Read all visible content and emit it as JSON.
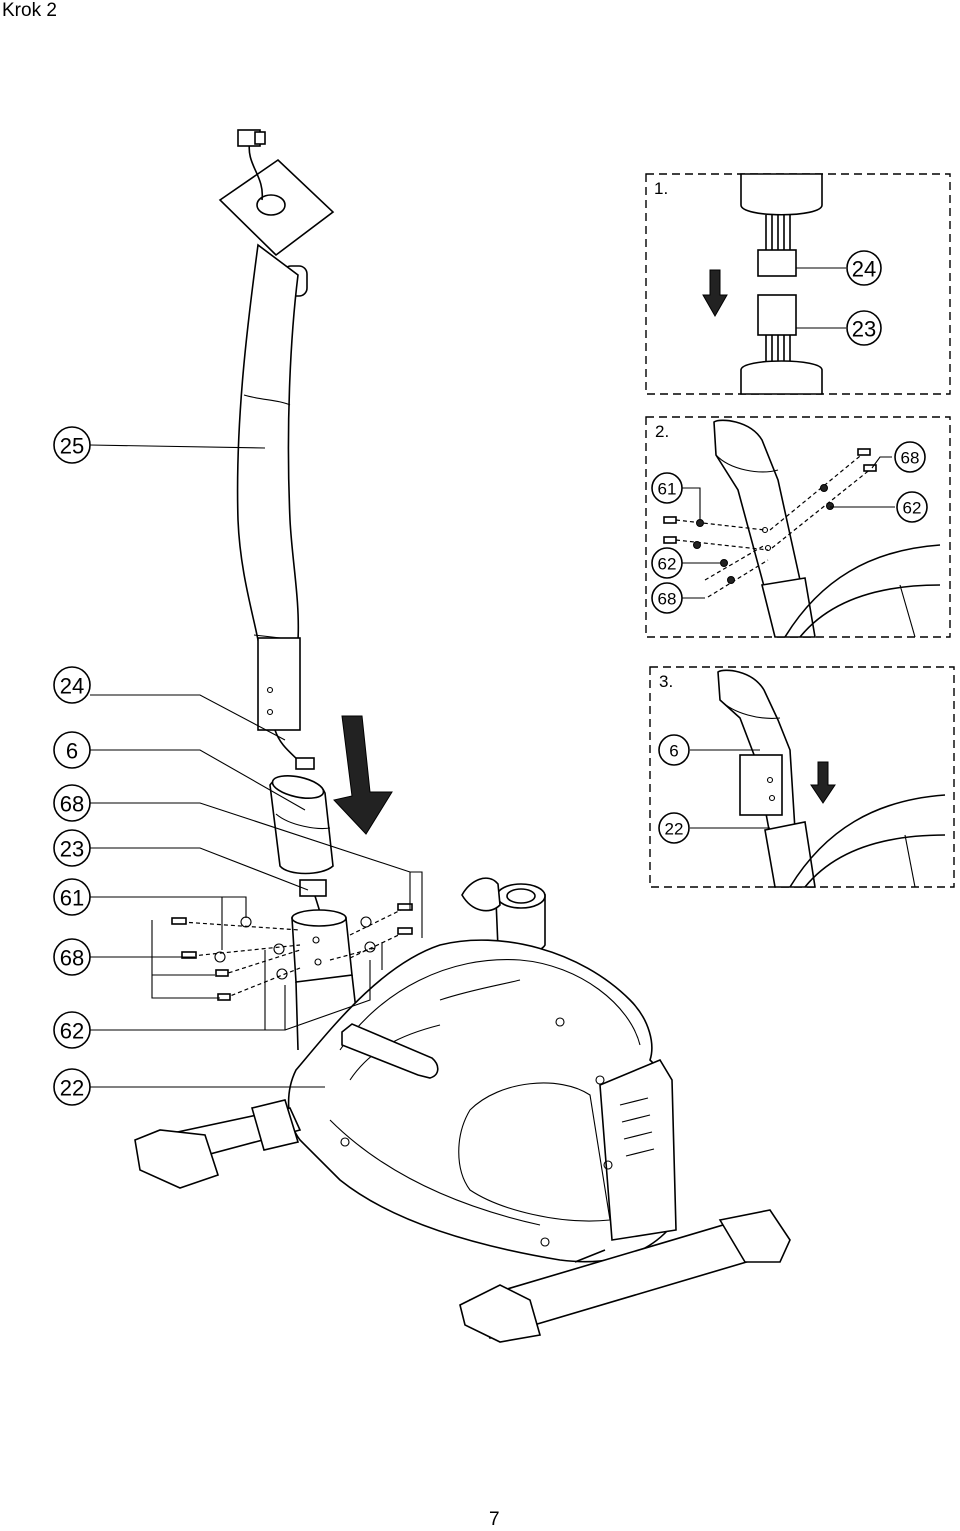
{
  "header": {
    "title": "Krok 2"
  },
  "footer": {
    "page_number": "7"
  },
  "main_diagram": {
    "callouts": [
      "25",
      "24",
      "6",
      "68",
      "23",
      "61",
      "68",
      "62",
      "22"
    ]
  },
  "detail_panels": [
    {
      "label": "1.",
      "callouts": [
        "24",
        "23"
      ]
    },
    {
      "label": "2.",
      "callouts": [
        "61",
        "68",
        "62",
        "62",
        "68"
      ]
    },
    {
      "label": "3.",
      "callouts": [
        "6",
        "22"
      ]
    }
  ]
}
